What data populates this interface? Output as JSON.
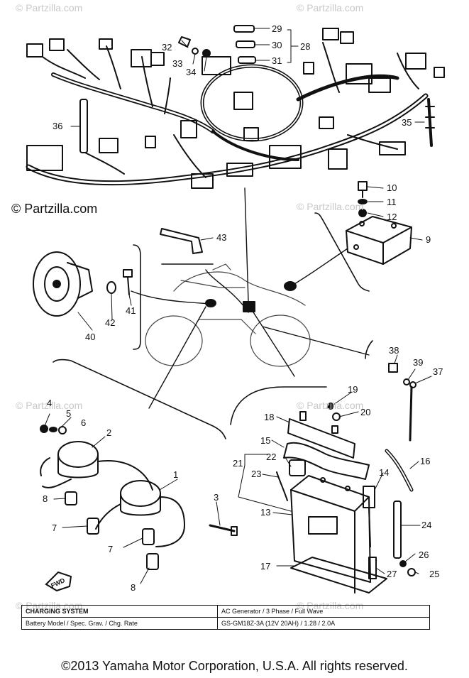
{
  "watermarks": [
    "© Partzilla.com",
    "© Partzilla.com",
    "© Partzilla.com",
    "© Partzilla.com",
    "© Partzilla.com",
    "© Partzilla.com",
    "© Partzilla.com",
    "© Partzilla.com"
  ],
  "main_watermark": "© Partzilla.com",
  "callouts": [
    "1",
    "2",
    "3",
    "4",
    "5",
    "6",
    "7",
    "7",
    "8",
    "8",
    "9",
    "10",
    "11",
    "12",
    "13",
    "14",
    "15",
    "16",
    "17",
    "18",
    "19",
    "20",
    "21",
    "22",
    "23",
    "24",
    "25",
    "26",
    "27",
    "28",
    "29",
    "30",
    "31",
    "32",
    "33",
    "34",
    "35",
    "36",
    "37",
    "38",
    "39",
    "40",
    "41",
    "42",
    "43"
  ],
  "fwd_label": "FWD",
  "spec_table": {
    "row1_label": "CHARGING SYSTEM",
    "row1_value": "AC Generator / 3 Phase / Full Wave",
    "row2_label": "Battery  Model / Spec. Grav. / Chg. Rate",
    "row2_value": "GS-GM18Z-3A (12V 20AH) / 1.28 / 2.0A"
  },
  "copyright": "©2013  Yamaha Motor Corporation, U.S.A. All rights reserved."
}
